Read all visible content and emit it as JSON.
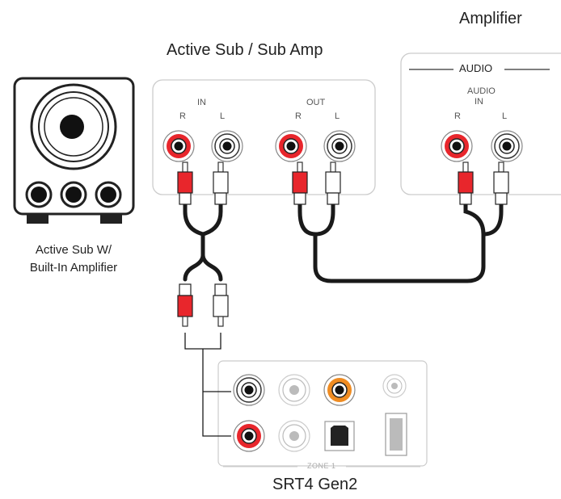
{
  "amplifier": {
    "title": "Amplifier",
    "section_label": "AUDIO",
    "input_label_line1": "AUDIO",
    "input_label_line2": "IN",
    "r": "R",
    "l": "L"
  },
  "sub_amp": {
    "title": "Active Sub / Sub Amp",
    "in_label": "IN",
    "out_label": "OUT",
    "r": "R",
    "l": "L"
  },
  "active_sub": {
    "caption_line1": "Active Sub W/",
    "caption_line2": "Built-In Amplifier"
  },
  "srt4": {
    "title": "SRT4 Gen2",
    "zone_label": "ZONE 1"
  },
  "colors": {
    "red_jack": "#e8262c",
    "orange_jack": "#ef8c22",
    "cable": "#1a1a1a",
    "panel_border": "#cccccc"
  }
}
